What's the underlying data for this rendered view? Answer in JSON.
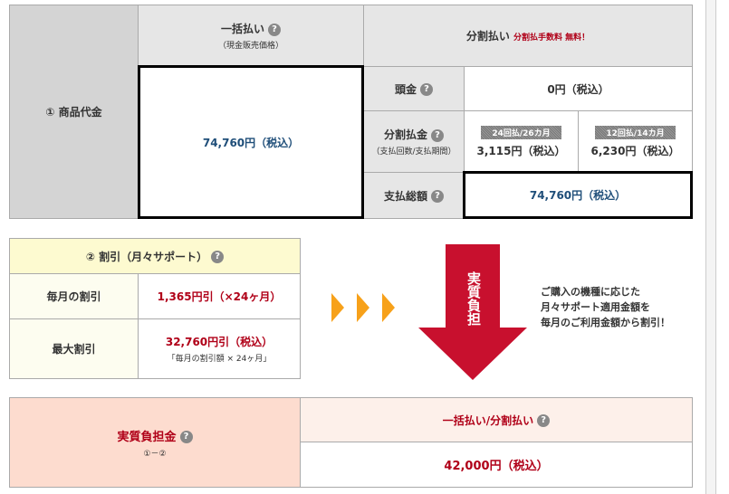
{
  "product": {
    "label": "① 商品代金",
    "lump_header": "一括払い",
    "lump_sub": "（現金販売価格）",
    "lump_price": "74,760円（税込）",
    "installment_header": "分割払い",
    "installment_note": "分割払手数料 無料！",
    "down_label": "頭金",
    "down_value": "0円（税込）",
    "install_label": "分割払金",
    "install_sub": "（支払回数/支払期間）",
    "plan24_tag": "24回払/26カ月",
    "plan24_value": "3,115円（税込）",
    "plan12_tag": "12回払/14カ月",
    "plan12_value": "6,230円（税込）",
    "total_label": "支払総額",
    "total_value": "74,760円（税込）"
  },
  "discount": {
    "header": "② 割引（月々サポート）",
    "monthly_label": "毎月の割引",
    "monthly_value": "1,365円引（×24ヶ月）",
    "max_label": "最大割引",
    "max_value": "32,760円引（税込）",
    "max_sub": "「毎月の割引額 × 24ヶ月」"
  },
  "arrow_label": "実質負担",
  "note": [
    "ご購入の機種に応じた",
    "月々サポート適用金額を",
    "毎月のご利用金額から割引！"
  ],
  "result": {
    "label": "実質負担金",
    "formula": "①－②",
    "header": "一括払い/分割払い",
    "value": "42,000円（税込）"
  },
  "help_glyph": "?"
}
